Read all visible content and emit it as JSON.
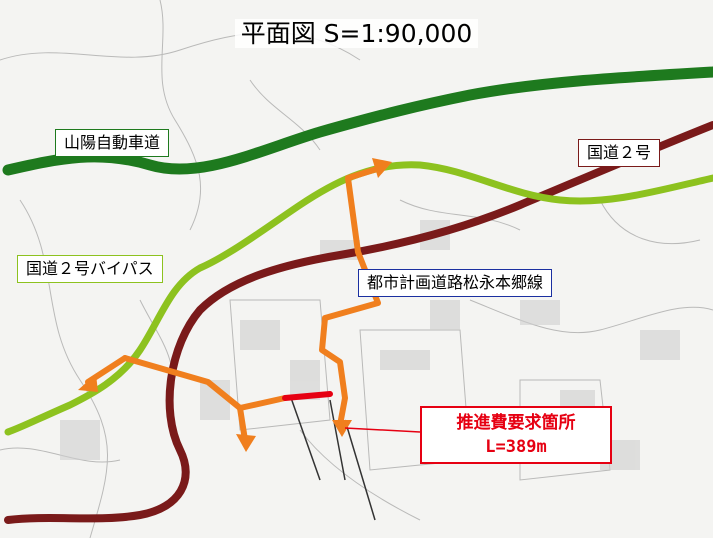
{
  "map": {
    "title": "平面図 S=1:90,000",
    "labels": {
      "sanyo_expressway": "山陽自動車道",
      "national_route_2": "国道２号",
      "route_2_bypass": "国道２号バイパス",
      "city_planning_road": "都市計画道路松永本郷線"
    },
    "callout": {
      "line1": "推進費要求箇所",
      "line2": "L=389m"
    },
    "colors": {
      "sanyo_expressway": "#1e7a1e",
      "national_route_2": "#7a1a1a",
      "route_2_bypass": "#8dc21f",
      "city_planning_road": "#f07f1e",
      "requested_section": "#e60012",
      "label_border_city_road": "#1a2fa0"
    }
  }
}
